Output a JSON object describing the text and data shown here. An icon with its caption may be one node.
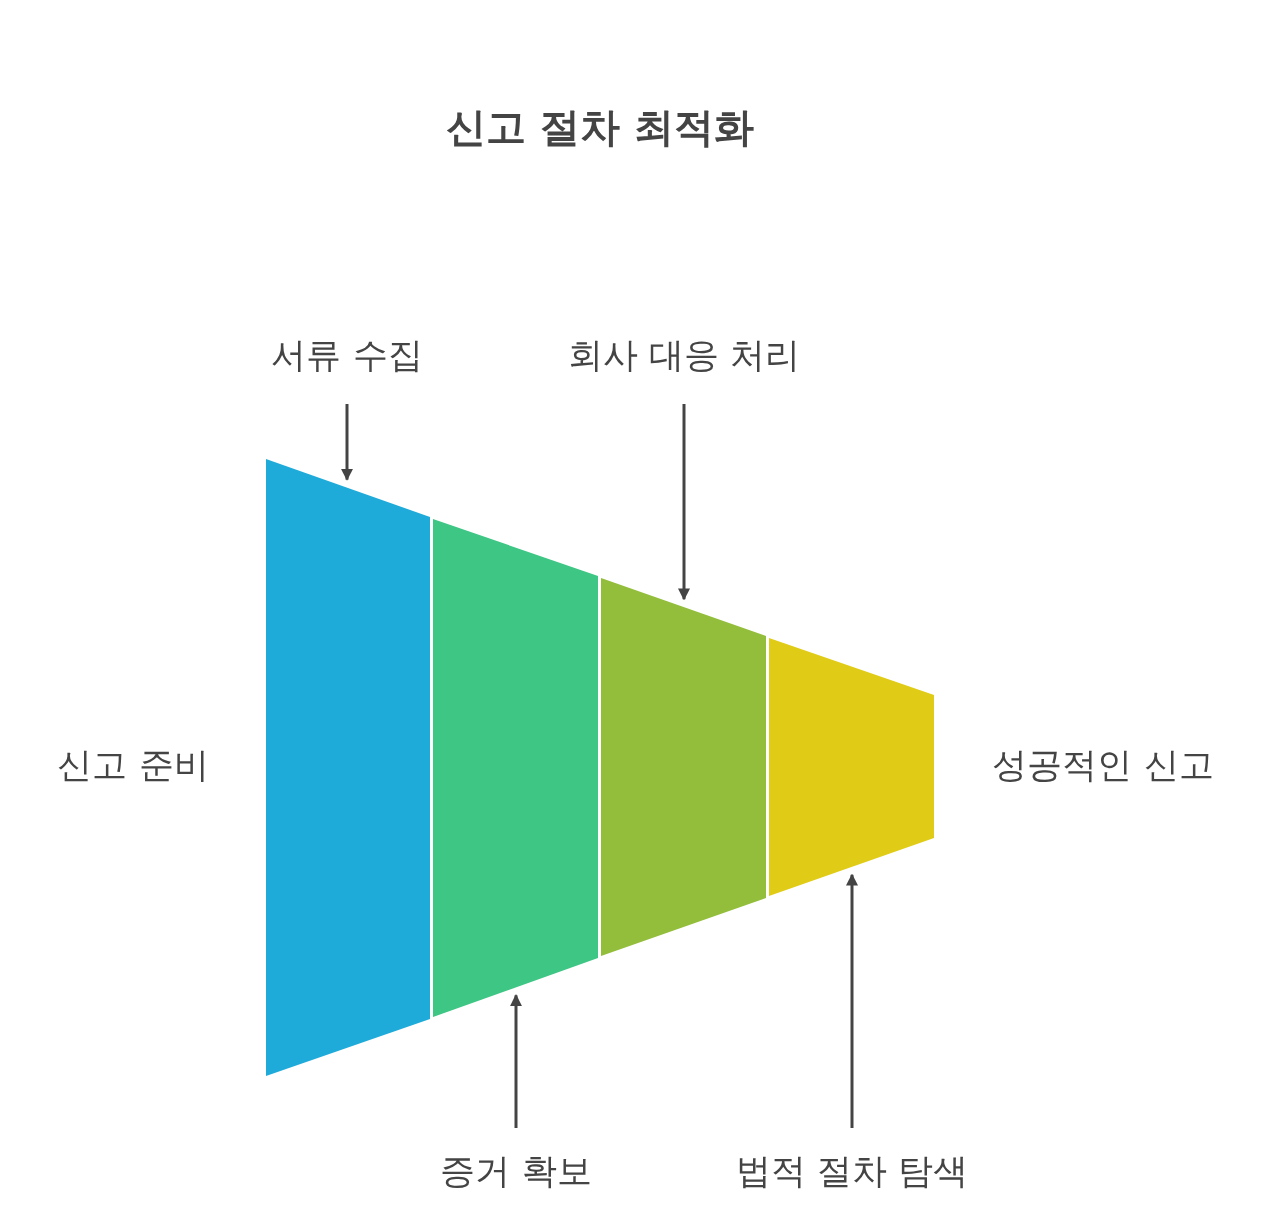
{
  "diagram": {
    "title": "신고 절차 최적화",
    "nodes": [
      {
        "text": [
          "서류 수집"
        ]
      },
      {
        "text": [
          "회사 대응 처리"
        ]
      },
      {
        "text": [],
        "shape": "trapezoid"
      },
      {
        "text": [],
        "shape": "trapezoid"
      },
      {
        "text": [],
        "shape": "trapezoid"
      },
      {
        "text": [],
        "shape": "trapezoid"
      },
      {
        "text": [
          "증거 확보"
        ]
      },
      {
        "text": [
          "법적 절차 탐색"
        ]
      }
    ],
    "edges": [
      {
        "from": 0,
        "to": 2,
        "arrow": "to"
      },
      {
        "from": 1,
        "to": 4,
        "arrow": "to"
      },
      {
        "from": 6,
        "to": 3,
        "arrow": "to"
      },
      {
        "from": 7,
        "to": 5,
        "arrow": "to"
      }
    ],
    "labels": [
      "신고 준비",
      "성공적인 신고"
    ]
  }
}
